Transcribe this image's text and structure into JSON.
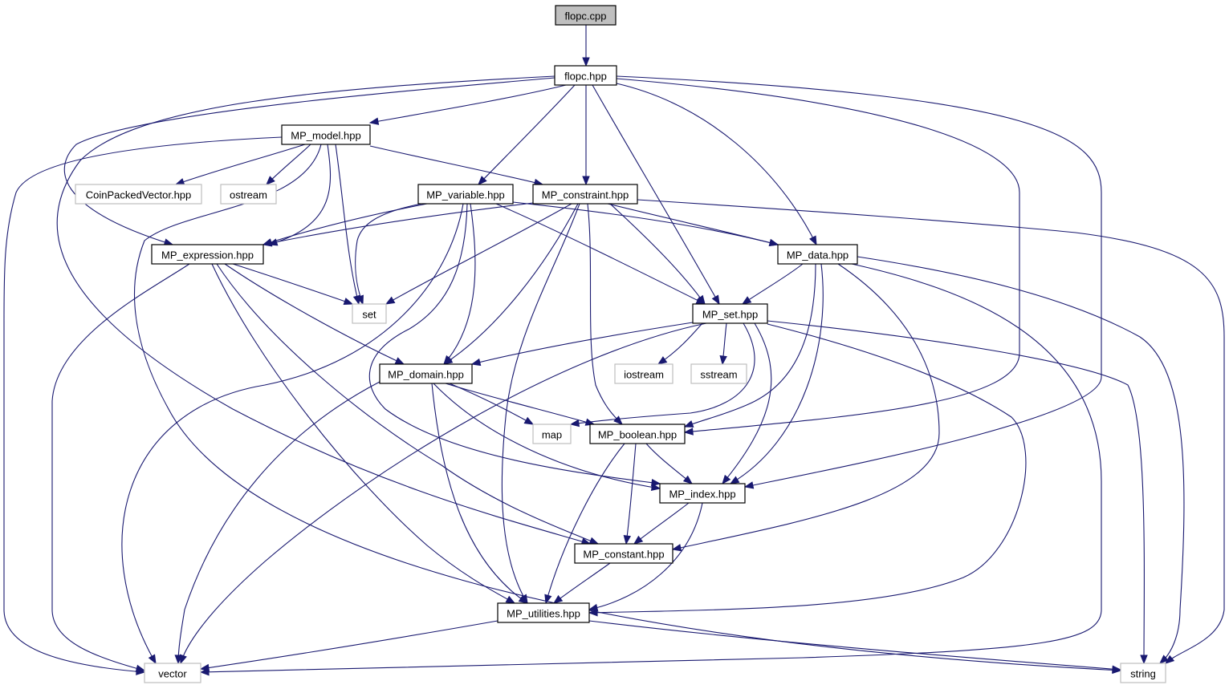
{
  "graph": {
    "colors": {
      "edge": "#191970",
      "root_fill": "#bfbfbf",
      "node_fill": "#ffffff",
      "node_border": "#000000",
      "external_border": "#bfbfbf"
    },
    "nodes": [
      {
        "id": "flopc_cpp",
        "label": "flopc.cpp",
        "kind": "root"
      },
      {
        "id": "flopc_hpp",
        "label": "flopc.hpp",
        "kind": "internal"
      },
      {
        "id": "mp_model",
        "label": "MP_model.hpp",
        "kind": "internal"
      },
      {
        "id": "coinpacked",
        "label": "CoinPackedVector.hpp",
        "kind": "external"
      },
      {
        "id": "ostream",
        "label": "ostream",
        "kind": "external"
      },
      {
        "id": "mp_variable",
        "label": "MP_variable.hpp",
        "kind": "internal"
      },
      {
        "id": "mp_constraint",
        "label": "MP_constraint.hpp",
        "kind": "internal"
      },
      {
        "id": "mp_expression",
        "label": "MP_expression.hpp",
        "kind": "internal"
      },
      {
        "id": "mp_data",
        "label": "MP_data.hpp",
        "kind": "internal"
      },
      {
        "id": "set",
        "label": "set",
        "kind": "external"
      },
      {
        "id": "mp_set",
        "label": "MP_set.hpp",
        "kind": "internal"
      },
      {
        "id": "mp_domain",
        "label": "MP_domain.hpp",
        "kind": "internal"
      },
      {
        "id": "iostream",
        "label": "iostream",
        "kind": "external"
      },
      {
        "id": "sstream",
        "label": "sstream",
        "kind": "external"
      },
      {
        "id": "map",
        "label": "map",
        "kind": "external"
      },
      {
        "id": "mp_boolean",
        "label": "MP_boolean.hpp",
        "kind": "internal"
      },
      {
        "id": "mp_index",
        "label": "MP_index.hpp",
        "kind": "internal"
      },
      {
        "id": "mp_constant",
        "label": "MP_constant.hpp",
        "kind": "internal"
      },
      {
        "id": "mp_utilities",
        "label": "MP_utilities.hpp",
        "kind": "internal"
      },
      {
        "id": "vector",
        "label": "vector",
        "kind": "external"
      },
      {
        "id": "string",
        "label": "string",
        "kind": "external"
      }
    ],
    "edges": [
      {
        "from": "flopc_cpp",
        "to": "flopc_hpp"
      },
      {
        "from": "flopc_hpp",
        "to": "mp_model"
      },
      {
        "from": "flopc_hpp",
        "to": "mp_variable"
      },
      {
        "from": "flopc_hpp",
        "to": "mp_constraint"
      },
      {
        "from": "flopc_hpp",
        "to": "mp_expression"
      },
      {
        "from": "flopc_hpp",
        "to": "mp_data"
      },
      {
        "from": "flopc_hpp",
        "to": "mp_set"
      },
      {
        "from": "flopc_hpp",
        "to": "mp_boolean"
      },
      {
        "from": "flopc_hpp",
        "to": "mp_index"
      },
      {
        "from": "flopc_hpp",
        "to": "mp_constant"
      },
      {
        "from": "mp_model",
        "to": "coinpacked"
      },
      {
        "from": "mp_model",
        "to": "ostream"
      },
      {
        "from": "mp_model",
        "to": "mp_constraint"
      },
      {
        "from": "mp_model",
        "to": "mp_expression"
      },
      {
        "from": "mp_model",
        "to": "set"
      },
      {
        "from": "mp_model",
        "to": "vector"
      },
      {
        "from": "mp_model",
        "to": "string"
      },
      {
        "from": "mp_variable",
        "to": "mp_expression"
      },
      {
        "from": "mp_variable",
        "to": "mp_data"
      },
      {
        "from": "mp_variable",
        "to": "set"
      },
      {
        "from": "mp_variable",
        "to": "mp_set"
      },
      {
        "from": "mp_variable",
        "to": "mp_domain"
      },
      {
        "from": "mp_variable",
        "to": "mp_index"
      },
      {
        "from": "mp_variable",
        "to": "vector"
      },
      {
        "from": "mp_constraint",
        "to": "mp_expression"
      },
      {
        "from": "mp_constraint",
        "to": "mp_data"
      },
      {
        "from": "mp_constraint",
        "to": "set"
      },
      {
        "from": "mp_constraint",
        "to": "mp_set"
      },
      {
        "from": "mp_constraint",
        "to": "mp_domain"
      },
      {
        "from": "mp_constraint",
        "to": "mp_boolean"
      },
      {
        "from": "mp_constraint",
        "to": "mp_utilities"
      },
      {
        "from": "mp_constraint",
        "to": "string"
      },
      {
        "from": "mp_expression",
        "to": "set"
      },
      {
        "from": "mp_expression",
        "to": "mp_domain"
      },
      {
        "from": "mp_expression",
        "to": "mp_constant"
      },
      {
        "from": "mp_expression",
        "to": "mp_utilities"
      },
      {
        "from": "mp_expression",
        "to": "vector"
      },
      {
        "from": "mp_data",
        "to": "mp_set"
      },
      {
        "from": "mp_data",
        "to": "mp_boolean"
      },
      {
        "from": "mp_data",
        "to": "mp_index"
      },
      {
        "from": "mp_data",
        "to": "mp_constant"
      },
      {
        "from": "mp_data",
        "to": "vector"
      },
      {
        "from": "mp_data",
        "to": "string"
      },
      {
        "from": "mp_set",
        "to": "mp_domain"
      },
      {
        "from": "mp_set",
        "to": "iostream"
      },
      {
        "from": "mp_set",
        "to": "sstream"
      },
      {
        "from": "mp_set",
        "to": "map"
      },
      {
        "from": "mp_set",
        "to": "mp_index"
      },
      {
        "from": "mp_set",
        "to": "mp_utilities"
      },
      {
        "from": "mp_set",
        "to": "vector"
      },
      {
        "from": "mp_set",
        "to": "string"
      },
      {
        "from": "mp_domain",
        "to": "map"
      },
      {
        "from": "mp_domain",
        "to": "mp_boolean"
      },
      {
        "from": "mp_domain",
        "to": "mp_index"
      },
      {
        "from": "mp_domain",
        "to": "mp_utilities"
      },
      {
        "from": "mp_domain",
        "to": "vector"
      },
      {
        "from": "mp_boolean",
        "to": "mp_index"
      },
      {
        "from": "mp_boolean",
        "to": "mp_constant"
      },
      {
        "from": "mp_boolean",
        "to": "mp_utilities"
      },
      {
        "from": "mp_index",
        "to": "mp_constant"
      },
      {
        "from": "mp_index",
        "to": "mp_utilities"
      },
      {
        "from": "mp_constant",
        "to": "mp_utilities"
      },
      {
        "from": "mp_utilities",
        "to": "vector"
      },
      {
        "from": "mp_utilities",
        "to": "string"
      }
    ]
  }
}
